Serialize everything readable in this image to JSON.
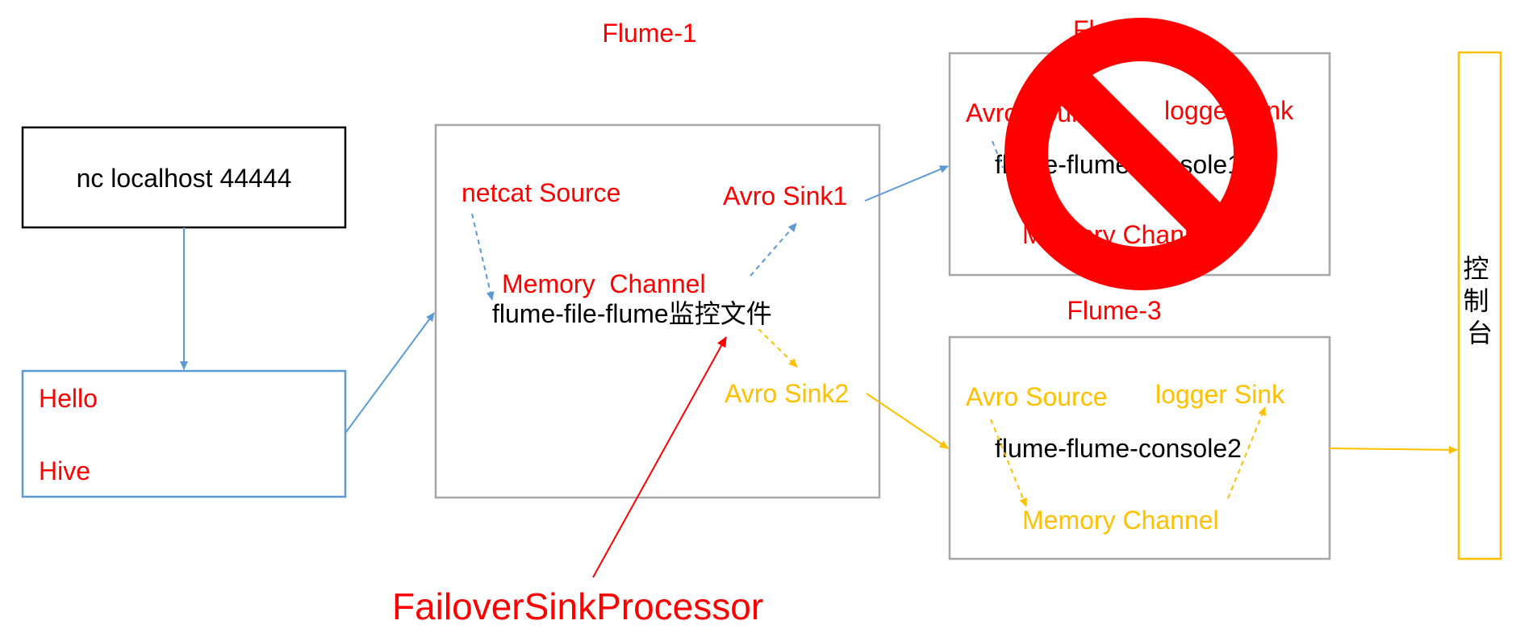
{
  "colors": {
    "red": "#ff0000",
    "blue": "#5b9bd5",
    "orange": "#ffc000",
    "gray": "#a6a6a6",
    "black": "#000000"
  },
  "nc_box": {
    "label": "nc localhost 44444"
  },
  "input_box": {
    "lines": [
      "Hello",
      "Hive"
    ]
  },
  "flume1": {
    "title": "Flume-1",
    "source": "netcat Source",
    "channel": "Memory  Channel",
    "config": "flume-file-flume监控文件",
    "sink1": "Avro Sink1",
    "sink2": "Avro Sink2"
  },
  "flume2": {
    "title": "Flume-2",
    "source": "Avro Source",
    "sink": "logger Sink",
    "config": "flume-flume-console1",
    "channel": "Memory Channel",
    "status_icon": "prohibited-icon"
  },
  "flume3": {
    "title": "Flume-3",
    "source": "Avro Source",
    "sink": "logger Sink",
    "config": "flume-flume-console2",
    "channel": "Memory Channel"
  },
  "console": {
    "label": "控制台"
  },
  "processor": {
    "label": "FailoverSinkProcessor"
  }
}
